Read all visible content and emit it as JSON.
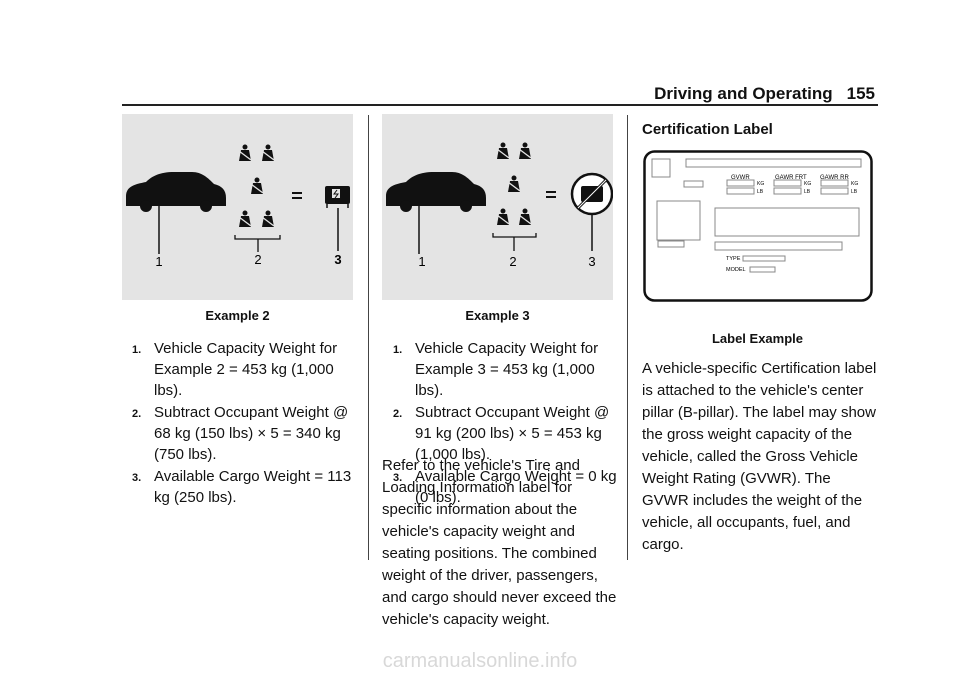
{
  "header": {
    "title": "Driving and Operating",
    "page_number": "155"
  },
  "example2": {
    "caption": "Example 2",
    "callouts": [
      "1",
      "2",
      "3"
    ],
    "items": [
      {
        "num": "1.",
        "text": "Vehicle Capacity Weight for Example 2 = 453 kg (1,000 lbs)."
      },
      {
        "num": "2.",
        "text": "Subtract Occupant Weight @ 68 kg (150 lbs) × 5 = 340 kg (750 lbs)."
      },
      {
        "num": "3.",
        "text": "Available Cargo Weight = 113 kg (250 lbs)."
      }
    ]
  },
  "example3": {
    "caption": "Example 3",
    "callouts": [
      "1",
      "2",
      "3"
    ],
    "items": [
      {
        "num": "1.",
        "text": "Vehicle Capacity Weight for Example 3 = 453 kg (1,000 lbs)."
      },
      {
        "num": "2.",
        "text": "Subtract Occupant Weight @ 91 kg (200 lbs) × 5 = 453 kg (1,000 lbs)."
      },
      {
        "num": "3.",
        "text": "Available Cargo Weight = 0 kg (0 lbs)."
      }
    ],
    "paragraph": "Refer to the vehicle's Tire and Loading Information label for specific information about the vehicle's capacity weight and seating positions. The combined weight of the driver, passengers, and cargo should never exceed the vehicle's capacity weight."
  },
  "certification": {
    "heading": "Certification Label",
    "label_fields": {
      "gvwr": "GVWR",
      "gawr_frt": "GAWR FRT",
      "gawr_rr": "GAWR RR",
      "kg": "KG",
      "lb": "LB",
      "type": "TYPE",
      "model": "MODEL"
    },
    "caption": "Label Example",
    "paragraph": "A vehicle-specific Certification label is attached to the vehicle's center pillar (B-pillar). The label may show the gross weight capacity of the vehicle, called the Gross Vehicle Weight Rating (GVWR). The GVWR includes the weight of the vehicle, all occupants, fuel, and cargo."
  },
  "watermark": "carmanualsonline.info"
}
